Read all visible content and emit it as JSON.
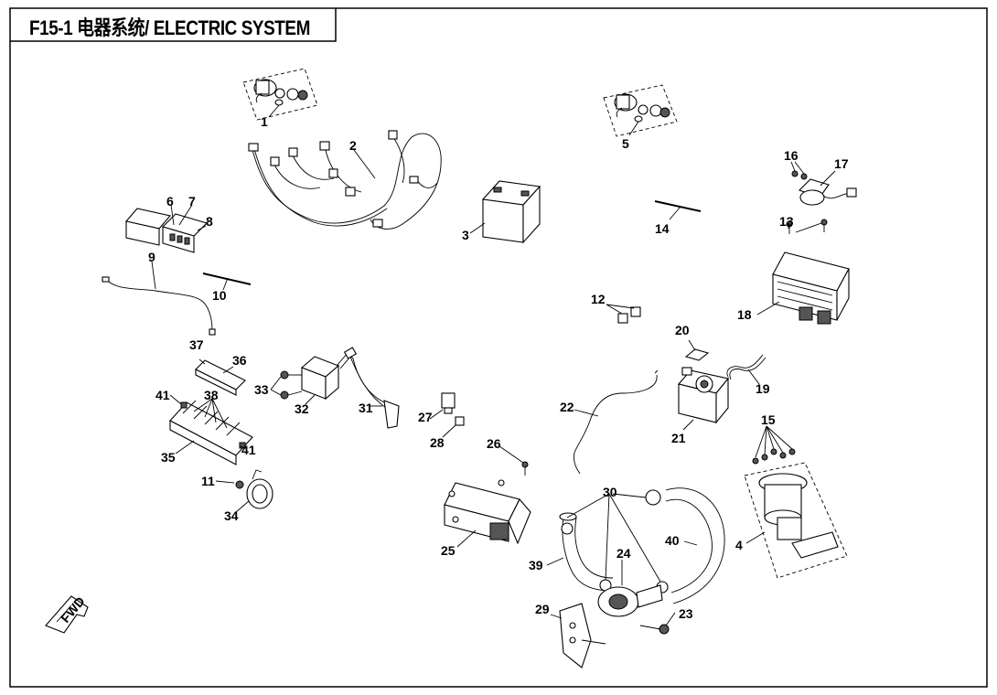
{
  "title": "F15-1 电器系统/ ELECTRIC SYSTEM",
  "fwd_label": "FWD",
  "callouts": {
    "c1": "1",
    "c2": "2",
    "c3": "3",
    "c4": "4",
    "c5": "5",
    "c6": "6",
    "c7": "7",
    "c8": "8",
    "c9": "9",
    "c10": "10",
    "c11": "11",
    "c12": "12",
    "c13": "13",
    "c14": "14",
    "c15": "15",
    "c16": "16",
    "c17": "17",
    "c18": "18",
    "c19": "19",
    "c20": "20",
    "c21": "21",
    "c22": "22",
    "c23": "23",
    "c24": "24",
    "c25": "25",
    "c26": "26",
    "c27": "27",
    "c28": "28",
    "c29": "29",
    "c30": "30",
    "c31": "31",
    "c32": "32",
    "c33": "33",
    "c34": "34",
    "c35": "35",
    "c36": "36",
    "c37": "37",
    "c38": "38",
    "c39": "39",
    "c40": "40",
    "c41a": "41",
    "c41b": "41"
  }
}
